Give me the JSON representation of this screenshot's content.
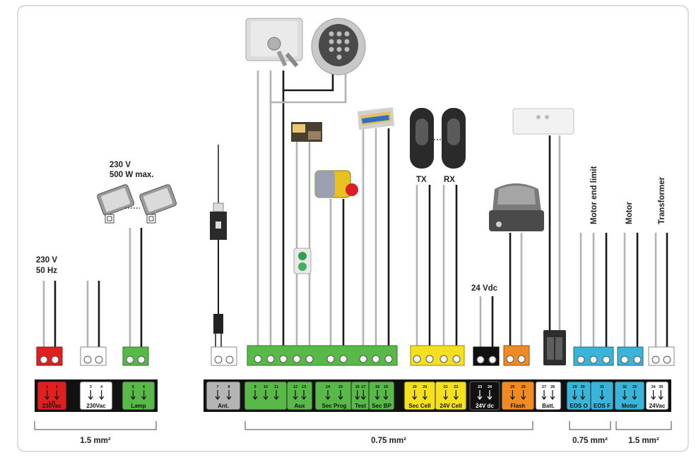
{
  "supply": {
    "voltage": "230 V",
    "frequency": "50 Hz"
  },
  "lamp": {
    "voltage": "230 V",
    "power": "500 W max."
  },
  "photocells": {
    "tx": "TX",
    "rx": "RX"
  },
  "battery_supply": "24 Vdc",
  "vertical_labels": {
    "end_limit": "Motor end limit",
    "motor": "Motor",
    "transformer": "Transformer"
  },
  "terminal_blocks": [
    {
      "label": "230Vac",
      "nums": [
        "1",
        "2"
      ],
      "extra": "L   N",
      "bg": "#e02020"
    },
    {
      "label": "230Vac",
      "nums": [
        "3",
        "4"
      ],
      "bg": "#ffffff"
    },
    {
      "label": "Lamp",
      "nums": [
        "5",
        "6"
      ],
      "bg": "#58b848"
    },
    {
      "label": "Ant.",
      "nums": [
        "7",
        "8"
      ],
      "bg": "#b4b4b4"
    },
    {
      "label": "",
      "nums": [
        "9",
        "10",
        "11"
      ],
      "bg": "#58b848"
    },
    {
      "label": "Aux",
      "nums": [
        "12",
        "13"
      ],
      "bg": "#58b848"
    },
    {
      "label": "Sec Prog",
      "nums": [
        "14",
        "15"
      ],
      "bg": "#58b848"
    },
    {
      "label": "Test",
      "nums": [
        "16",
        "17"
      ],
      "bg": "#58b848"
    },
    {
      "label": "Sec BP",
      "nums": [
        "18",
        "19"
      ],
      "bg": "#58b848"
    },
    {
      "label": "Sec Cell",
      "nums": [
        "19",
        "20"
      ],
      "bg": "#f4e020"
    },
    {
      "label": "24V Cell",
      "nums": [
        "21",
        "22"
      ],
      "bg": "#f4e020"
    },
    {
      "label": "24V dc",
      "nums": [
        "23",
        "24"
      ],
      "bg": "#111111"
    },
    {
      "label": "Flash",
      "nums": [
        "25",
        "26"
      ],
      "bg": "#f08a22"
    },
    {
      "label": "Batt.",
      "nums": [
        "27",
        "28"
      ],
      "bg": "#ffffff"
    },
    {
      "label": "EOS O",
      "nums": [
        "29",
        "30"
      ],
      "bg": "#3ab4d8"
    },
    {
      "label": "EOS F",
      "nums": [
        "31"
      ],
      "bg": "#3ab4d8"
    },
    {
      "label": "Motor",
      "nums": [
        "32",
        "33"
      ],
      "bg": "#3ab4d8"
    },
    {
      "label": "24Vac",
      "nums": [
        "34",
        "35"
      ],
      "bg": "#ffffff"
    }
  ],
  "cable_sections": [
    {
      "label": "1.5 mm²"
    },
    {
      "label": "0.75 mm²"
    },
    {
      "label": "0.75 mm²"
    },
    {
      "label": "1.5 mm²"
    }
  ],
  "colors": {
    "red": "#e02020",
    "green": "#58b848",
    "yellow": "#f4e020",
    "orange": "#f08a22",
    "blue": "#3ab4d8",
    "grey_wire": "#b3b3b3",
    "black_wire": "#1a1a1a",
    "frame": "#c8c8c8"
  }
}
